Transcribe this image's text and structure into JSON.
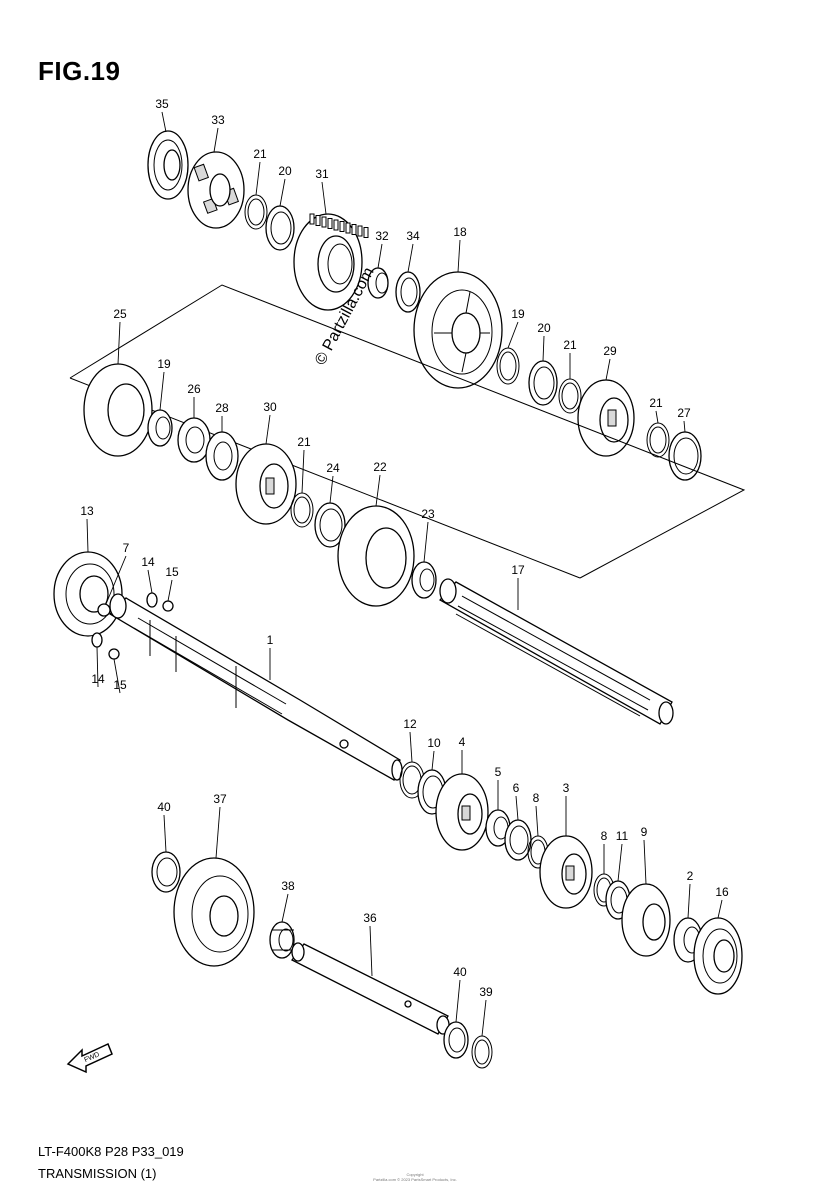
{
  "figure": {
    "title": "FIG.19",
    "code": "LT-F400K8 P28 P33_019",
    "name": "TRANSMISSION (1)",
    "watermark": "© Partzilla.com",
    "copyright_line1": "Copyright",
    "copyright_line2": "Partzilla.com © 2023 PartsSmart Products, Inc."
  },
  "callouts": [
    "35",
    "33",
    "21",
    "20",
    "31",
    "32",
    "34",
    "18",
    "19",
    "20",
    "21",
    "29",
    "21",
    "27",
    "25",
    "19",
    "26",
    "28",
    "30",
    "21",
    "24",
    "22",
    "23",
    "13",
    "7",
    "14",
    "15",
    "14",
    "15",
    "17",
    "1",
    "12",
    "10",
    "4",
    "5",
    "6",
    "8",
    "3",
    "8",
    "11",
    "9",
    "2",
    "16",
    "40",
    "37",
    "38",
    "36",
    "40",
    "39"
  ],
  "arrow_label": "FWD",
  "colors": {
    "line": "#000000",
    "background": "#ffffff"
  }
}
